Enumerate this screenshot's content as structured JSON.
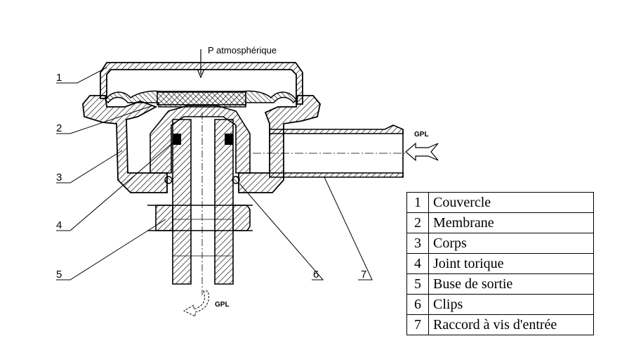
{
  "diagram": {
    "labels": {
      "pressure": "P atmosphérique",
      "gpl_in": "GPL",
      "gpl_out": "GPL"
    },
    "callouts": [
      "1",
      "2",
      "3",
      "4",
      "5",
      "6",
      "7"
    ]
  },
  "legend": [
    {
      "num": "1",
      "name": "Couvercle"
    },
    {
      "num": "2",
      "name": "Membrane"
    },
    {
      "num": "3",
      "name": "Corps"
    },
    {
      "num": "4",
      "name": "Joint torique"
    },
    {
      "num": "5",
      "name": "Buse de sortie"
    },
    {
      "num": "6",
      "name": "Clips"
    },
    {
      "num": "7",
      "name": "Raccord à vis d'entrée"
    }
  ]
}
